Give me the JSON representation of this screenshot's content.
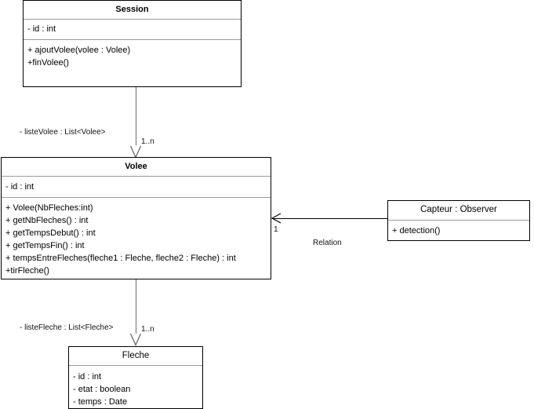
{
  "diagram": {
    "type": "uml-class-diagram",
    "background": "#ffffff",
    "line_color": "#6b6b6b",
    "border_color": "#000000",
    "divider_color": "#9a9a9a"
  },
  "classes": {
    "session": {
      "name": "Session",
      "attributes": [
        "- id : int"
      ],
      "operations": [
        "+ ajoutVolee(volee : Volee)",
        "+finVolee()"
      ]
    },
    "volee": {
      "name": "Volee",
      "attributes": [
        "- id : int"
      ],
      "operations": [
        "+ Volee(NbFleches:int)",
        "+ getNbFleches() : int",
        "+ getTempsDebut() : int",
        "+ getTempsFin() : int",
        "+ tempsEntreFleches(fleche1 : Fleche, fleche2 : Fleche) : int",
        "+tirFleche()"
      ]
    },
    "capteur": {
      "name": "Capteur : Observer",
      "operations": [
        "+ detection()"
      ]
    },
    "fleche": {
      "name": "Fleche",
      "attributes": [
        "- id : int",
        "- etat : boolean",
        "- temps : Date"
      ]
    }
  },
  "edges": {
    "session_volee": {
      "role_label": "- listeVolee : List<Volee>",
      "multiplicity": "1..n"
    },
    "volee_fleche": {
      "role_label": "- listeFleche : List<Fleche>",
      "multiplicity": "1..n"
    },
    "capteur_volee": {
      "name_label": "Relation",
      "multiplicity": "1"
    }
  }
}
